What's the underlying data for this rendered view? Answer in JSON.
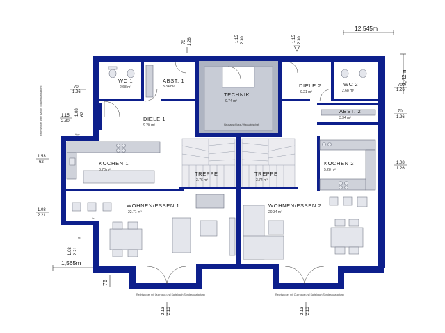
{
  "colors": {
    "wall": "#0d1f8c",
    "floor": "#ffffff",
    "technik_fill": "#aeb4c2",
    "furniture": "#e4e6ec"
  },
  "rooms": {
    "wc1": {
      "name": "WC 1",
      "area": "2.68 m²"
    },
    "abst1": {
      "name": "ABST. 1",
      "area": "3.34 m²"
    },
    "technik": {
      "name": "TECHNIK",
      "area": "9.74 m²"
    },
    "diele2": {
      "name": "DIELE 2",
      "area": "9.21 m²"
    },
    "wc2": {
      "name": "WC 2",
      "area": "2.68 m²"
    },
    "diele1": {
      "name": "DIELE 1",
      "area": "9.20 m²"
    },
    "abst2": {
      "name": "ABST. 2",
      "area": "3.34 m²"
    },
    "kochen1": {
      "name": "KOCHEN 1",
      "area": "8.78 m²"
    },
    "kochen2": {
      "name": "KOCHEN 2",
      "area": "5.28 m²"
    },
    "treppe1": {
      "name": "TREPPE",
      "area": "3.76 m²"
    },
    "treppe2": {
      "name": "TREPPE",
      "area": "3.74 m²"
    },
    "wohnen1": {
      "name": "WOHNEN/ESSEN 1",
      "area": "22.71 m²"
    },
    "wohnen2": {
      "name": "WOHNEN/ESSEN 2",
      "area": "20.34 m²"
    }
  },
  "dimensions": {
    "top_1": {
      "top": "70",
      "bottom": "1.26"
    },
    "top_2": {
      "top": "1.15",
      "bottom": "2.30"
    },
    "top_3": {
      "top": "1.15",
      "bottom": "2.30"
    },
    "overall_width": "12,545m",
    "overall_depth": "9,42m",
    "left_1": {
      "top": "70",
      "bottom": "1.26"
    },
    "left_2": {
      "top": "1.15",
      "bottom": "2.30"
    },
    "left_2b": {
      "top": "1.08",
      "bottom": "62"
    },
    "left_3": {
      "top": "1.53",
      "bottom": "62"
    },
    "left_4": {
      "top": "1.08",
      "bottom": "2.21"
    },
    "left_5": {
      "top": "1.08",
      "bottom": "2.21"
    },
    "left_offset": "1,565m",
    "right_1": {
      "top": "70",
      "bottom": "1.26"
    },
    "right_2": {
      "top": "70",
      "bottom": "1.26"
    },
    "right_3": {
      "top": "1.08",
      "bottom": "1.26"
    },
    "bottom_left": "75",
    "bottom_1": {
      "top": "2.13",
      "bottom": "2.13"
    },
    "bottom_2": {
      "top": "2.13",
      "bottom": "2.13"
    }
  },
  "annotations": {
    "left_side": "Rechtsecker unter Balkon Sonderausstattung",
    "kitchen_tag": "kipp",
    "technik_note": "Hausanschluss-/ Hauswirtschaft",
    "bottom_note_1": "Rechtsecker mit Querhaus und Satteldach Sonderausstattung",
    "bottom_note_2": "Rechtsecker mit Querhaus und Satteldach Sonderausstattung",
    "fix_1": "fix",
    "fix_2": "fix"
  }
}
